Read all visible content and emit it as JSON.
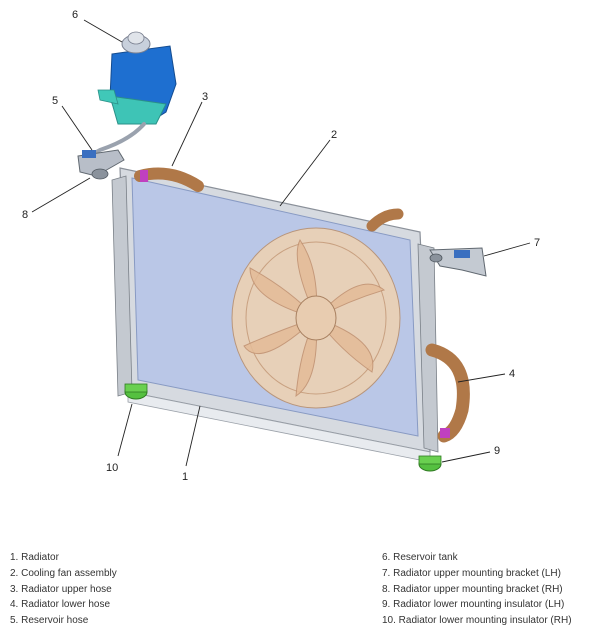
{
  "callouts": {
    "c1": "1",
    "c2": "2",
    "c3": "3",
    "c4": "4",
    "c5": "5",
    "c6": "6",
    "c7": "7",
    "c8": "8",
    "c9": "9",
    "c10": "10"
  },
  "legend": {
    "left": [
      "1. Radiator",
      "2. Cooling fan assembly",
      "3. Radiator upper hose",
      "4. Radiator lower hose",
      "5. Reservoir hose"
    ],
    "right": [
      "6. Reservoir tank",
      "7. Radiator upper mounting bracket (LH)",
      "8. Radiator upper mounting bracket (RH)",
      "9. Radiator lower mounting insulator (LH)",
      "10. Radiator lower mounting insulator (RH)"
    ]
  },
  "colors": {
    "radiator_frame": "#c9ced6",
    "radiator_core": "#b8c6e8",
    "fan": "#e8c8a8",
    "reservoir": "#1e6fd0",
    "reservoir_base": "#40c8b8",
    "hose": "#b07848",
    "insulator": "#55c040",
    "bracket": "#3a6fc0",
    "clamp": "#c040c0"
  }
}
